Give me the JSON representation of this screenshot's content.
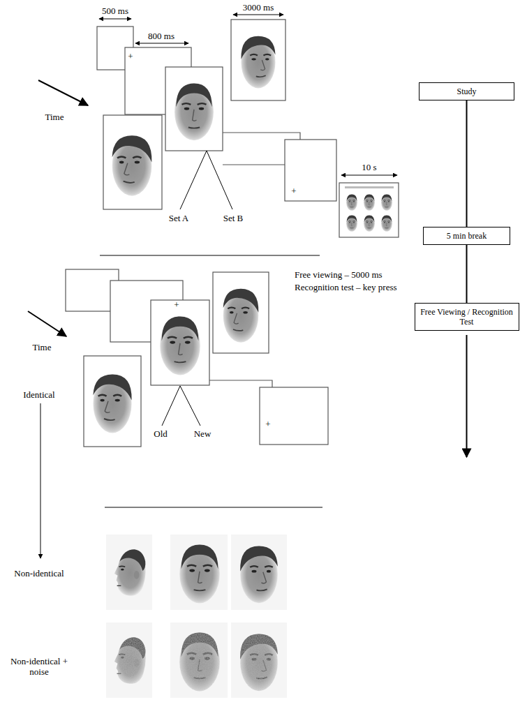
{
  "diagram": {
    "nodes": [
      {
        "text": [
          "Study"
        ]
      },
      {
        "text": [
          "5 min break"
        ]
      },
      {
        "text": [
          "Free Viewing / Recognition Test"
        ]
      }
    ],
    "edges": [
      {
        "from": 0,
        "to": 1,
        "arrow": "none"
      },
      {
        "from": 1,
        "to": 2,
        "arrow": "none"
      }
    ],
    "labels": [
      "500 ms",
      "800 ms",
      "3000 ms",
      "Time",
      "Set A",
      "Set B",
      "10 s",
      "+",
      "+",
      "Time",
      "Free viewing – 5000 ms",
      "Recognition test – key press",
      "Identical",
      "Old",
      "New",
      "+",
      "+",
      "Non-identical",
      "Non-identical + noise"
    ]
  }
}
